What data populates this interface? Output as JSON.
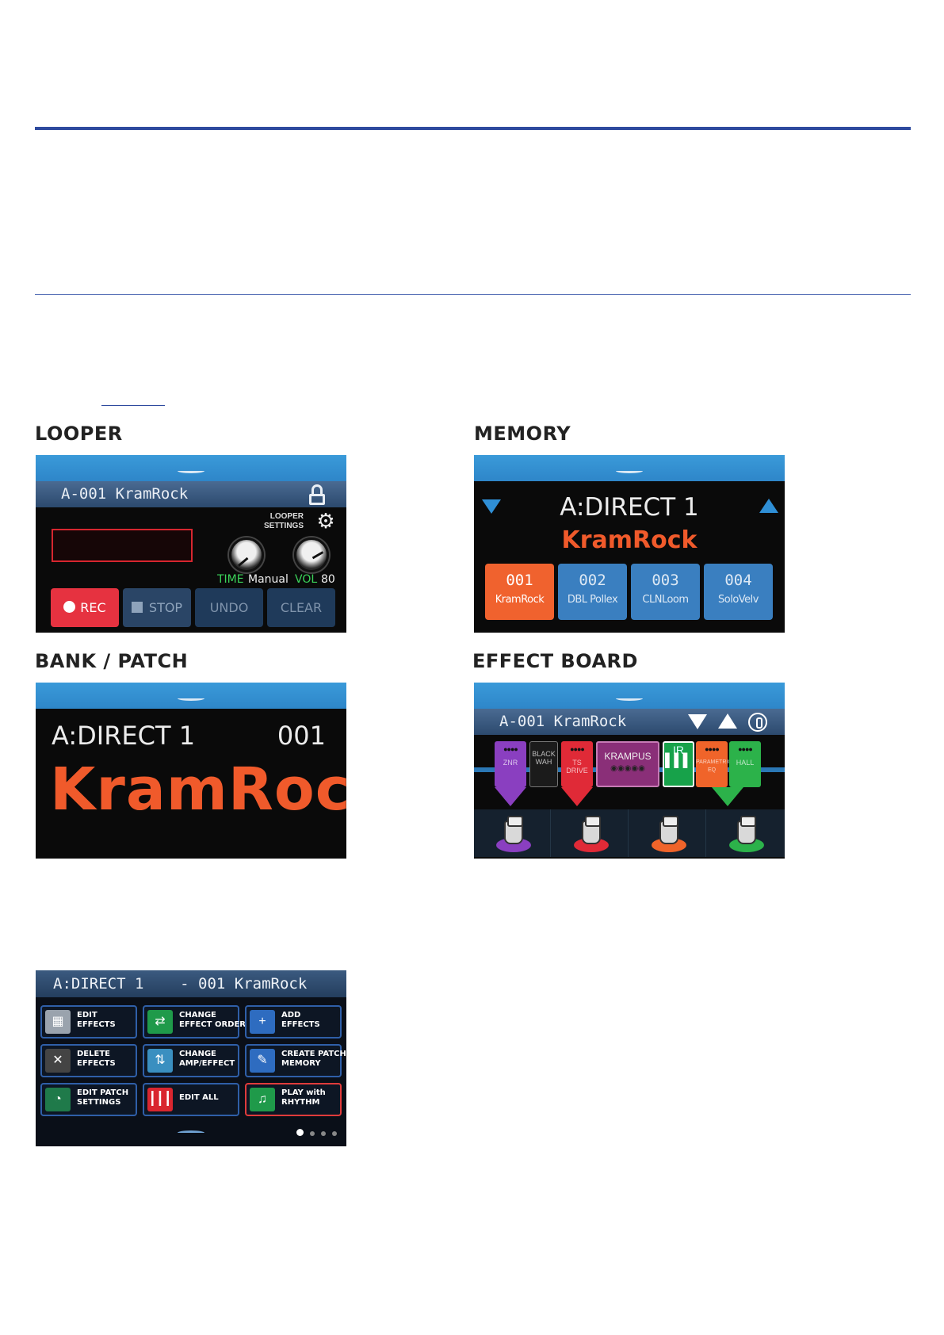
{
  "sections": {
    "looper": "LOOPER",
    "memory": "MEMORY",
    "bank_patch": "BANK / PATCH",
    "effect_board": "EFFECT BOARD"
  },
  "looper": {
    "title": "A-001 KramRock",
    "settings_line1": "LOOPER",
    "settings_line2": "SETTINGS",
    "time_label": "TIME",
    "time_value": "Manual",
    "vol_label": "VOL",
    "vol_value": "80",
    "buttons": {
      "rec": "REC",
      "stop": "STOP",
      "undo": "UNDO",
      "clear": "CLEAR"
    }
  },
  "memory": {
    "bank": "A:DIRECT 1",
    "patch": "KramRock",
    "cards": [
      {
        "num": "001",
        "name": "KramRock"
      },
      {
        "num": "002",
        "name": "DBL Pollex"
      },
      {
        "num": "003",
        "name": "CLNLoom"
      },
      {
        "num": "004",
        "name": "SoloVelv"
      }
    ]
  },
  "bank_patch": {
    "bank": "A:DIRECT 1",
    "number": "001",
    "patch": "KramRock"
  },
  "effect_board": {
    "title": "A-001 KramRock",
    "pedals": [
      {
        "label": "ZNR",
        "color": "#8a3fc0"
      },
      {
        "label": "BLACK\nWAH",
        "color": "#1b1b1b"
      },
      {
        "label": "TS\nDRIVE",
        "color": "#e02a37"
      },
      {
        "label": "KRAMPUS",
        "color": "#8a2f78"
      },
      {
        "label": "IR",
        "color": "#17a24a"
      },
      {
        "label": "PARAMETRIC\nEQ",
        "color": "#f0642a"
      },
      {
        "label": "HALL",
        "color": "#2cb24a"
      }
    ],
    "footswitch_colors": [
      "#8a3fc0",
      "#e02a37",
      "#f0642a",
      "#2cb24a"
    ]
  },
  "menu": {
    "header": "A:DIRECT 1    - 001 KramRock",
    "items": [
      {
        "label": "EDIT\nEFFECTS",
        "icon": "edit-effects-icon",
        "color": "#9aa3ad"
      },
      {
        "label": "CHANGE\nEFFECT ORDER",
        "icon": "change-order-icon",
        "color": "#1f9a4a"
      },
      {
        "label": "ADD\nEFFECTS",
        "icon": "add-effects-icon",
        "color": "#2e6cc0"
      },
      {
        "label": "DELETE\nEFFECTS",
        "icon": "delete-effects-icon",
        "color": "#444"
      },
      {
        "label": "CHANGE\nAMP/EFFECT",
        "icon": "change-amp-icon",
        "color": "#3a8fc0"
      },
      {
        "label": "CREATE PATCH\nMEMORY",
        "icon": "create-patch-icon",
        "color": "#2e6cc0"
      },
      {
        "label": "EDIT PATCH\nSETTINGS",
        "icon": "patch-settings-icon",
        "color": "#1f7a4a"
      },
      {
        "label": "EDIT ALL",
        "icon": "edit-all-icon",
        "color": "#d9262f"
      },
      {
        "label": "PLAY with\nRHYTHM",
        "icon": "rhythm-icon",
        "color": "#1f9a4a"
      }
    ]
  }
}
